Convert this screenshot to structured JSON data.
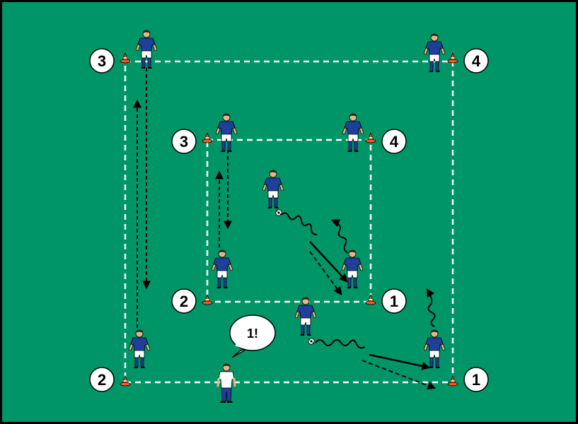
{
  "colors": {
    "field": "#009566",
    "border": "#000000",
    "lines": "#ffffff",
    "arrows": "#000000",
    "jersey": "#1f3f9a",
    "shorts": "#ffffff",
    "coach_pants": "#1f3f9a",
    "cone": "#f05a1e"
  },
  "icons": {
    "cone": "cone-icon",
    "player": "player-icon",
    "coach": "coach-icon",
    "ball": "ball-icon",
    "bubble": "speech-bubble-icon"
  },
  "outer_square": {
    "labels": {
      "top_left": "3",
      "top_right": "4",
      "bottom_left": "2",
      "bottom_right": "1"
    }
  },
  "inner_square": {
    "labels": {
      "top_left": "3",
      "top_right": "4",
      "bottom_left": "2",
      "bottom_right": "1"
    }
  },
  "coach": {
    "callout": "1!"
  }
}
